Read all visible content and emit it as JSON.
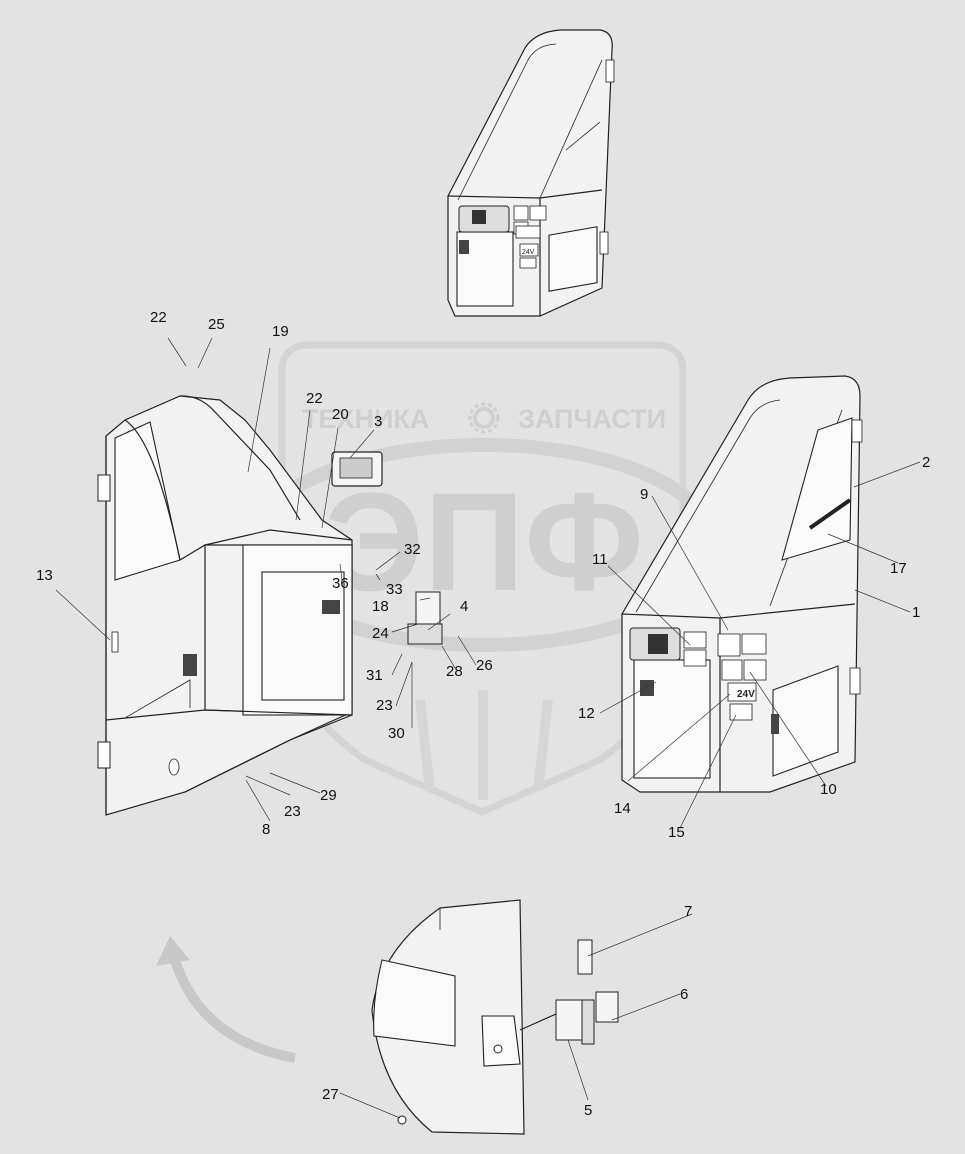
{
  "watermark": {
    "left_word": "ТЕХНИКА",
    "right_word": "ЗАПЧАСТИ",
    "monogram": "ЭПФ"
  },
  "callouts": [
    "1",
    "2",
    "3",
    "4",
    "5",
    "6",
    "7",
    "8",
    "9",
    "10",
    "11",
    "12",
    "13",
    "14",
    "15",
    "17",
    "18",
    "19",
    "20",
    "22",
    "22",
    "23",
    "23",
    "24",
    "25",
    "26",
    "27",
    "28",
    "29",
    "30",
    "31",
    "32",
    "33",
    "36"
  ],
  "decals": {
    "voltage": "24V",
    "voltage_top": "24V"
  },
  "colors": {
    "background": "#e3e3e3",
    "line": "#222222",
    "watermark": "#cfcfcf",
    "arrow": "#c8c8c8"
  }
}
